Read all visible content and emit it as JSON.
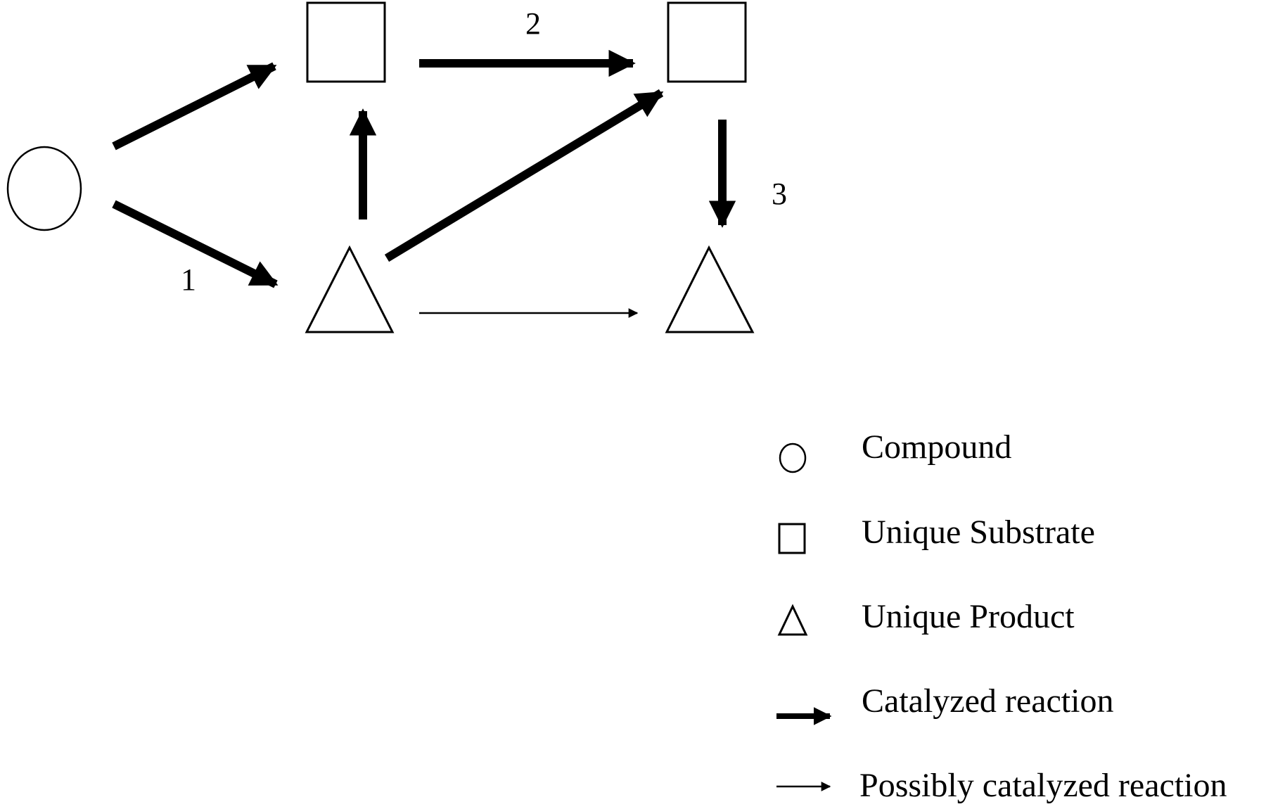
{
  "diagram": {
    "nodes": [
      {
        "id": "compound",
        "type": "circle"
      },
      {
        "id": "substrate-a",
        "type": "square"
      },
      {
        "id": "substrate-b",
        "type": "square"
      },
      {
        "id": "product-a",
        "type": "triangle"
      },
      {
        "id": "product-b",
        "type": "triangle"
      }
    ],
    "edges": [
      {
        "from": "compound",
        "to": "substrate-a",
        "kind": "catalyzed",
        "label": ""
      },
      {
        "from": "compound",
        "to": "product-a",
        "kind": "catalyzed",
        "label": "1"
      },
      {
        "from": "product-a",
        "to": "substrate-a",
        "kind": "catalyzed",
        "label": ""
      },
      {
        "from": "substrate-a",
        "to": "substrate-b",
        "kind": "catalyzed",
        "label": "2"
      },
      {
        "from": "product-a",
        "to": "substrate-b",
        "kind": "catalyzed",
        "label": ""
      },
      {
        "from": "substrate-b",
        "to": "product-b",
        "kind": "catalyzed",
        "label": "3"
      },
      {
        "from": "product-a",
        "to": "product-b",
        "kind": "possibly-catalyzed",
        "label": ""
      }
    ],
    "edge_labels": {
      "one": "1",
      "two": "2",
      "three": "3"
    }
  },
  "legend": {
    "items": [
      {
        "symbol": "circle-icon",
        "label": "Compound"
      },
      {
        "symbol": "square-icon",
        "label": "Unique Substrate"
      },
      {
        "symbol": "triangle-icon",
        "label": "Unique Product"
      },
      {
        "symbol": "thick-arrow-icon",
        "label": "Catalyzed reaction"
      },
      {
        "symbol": "thin-arrow-icon",
        "label": "Possibly catalyzed reaction"
      }
    ]
  }
}
